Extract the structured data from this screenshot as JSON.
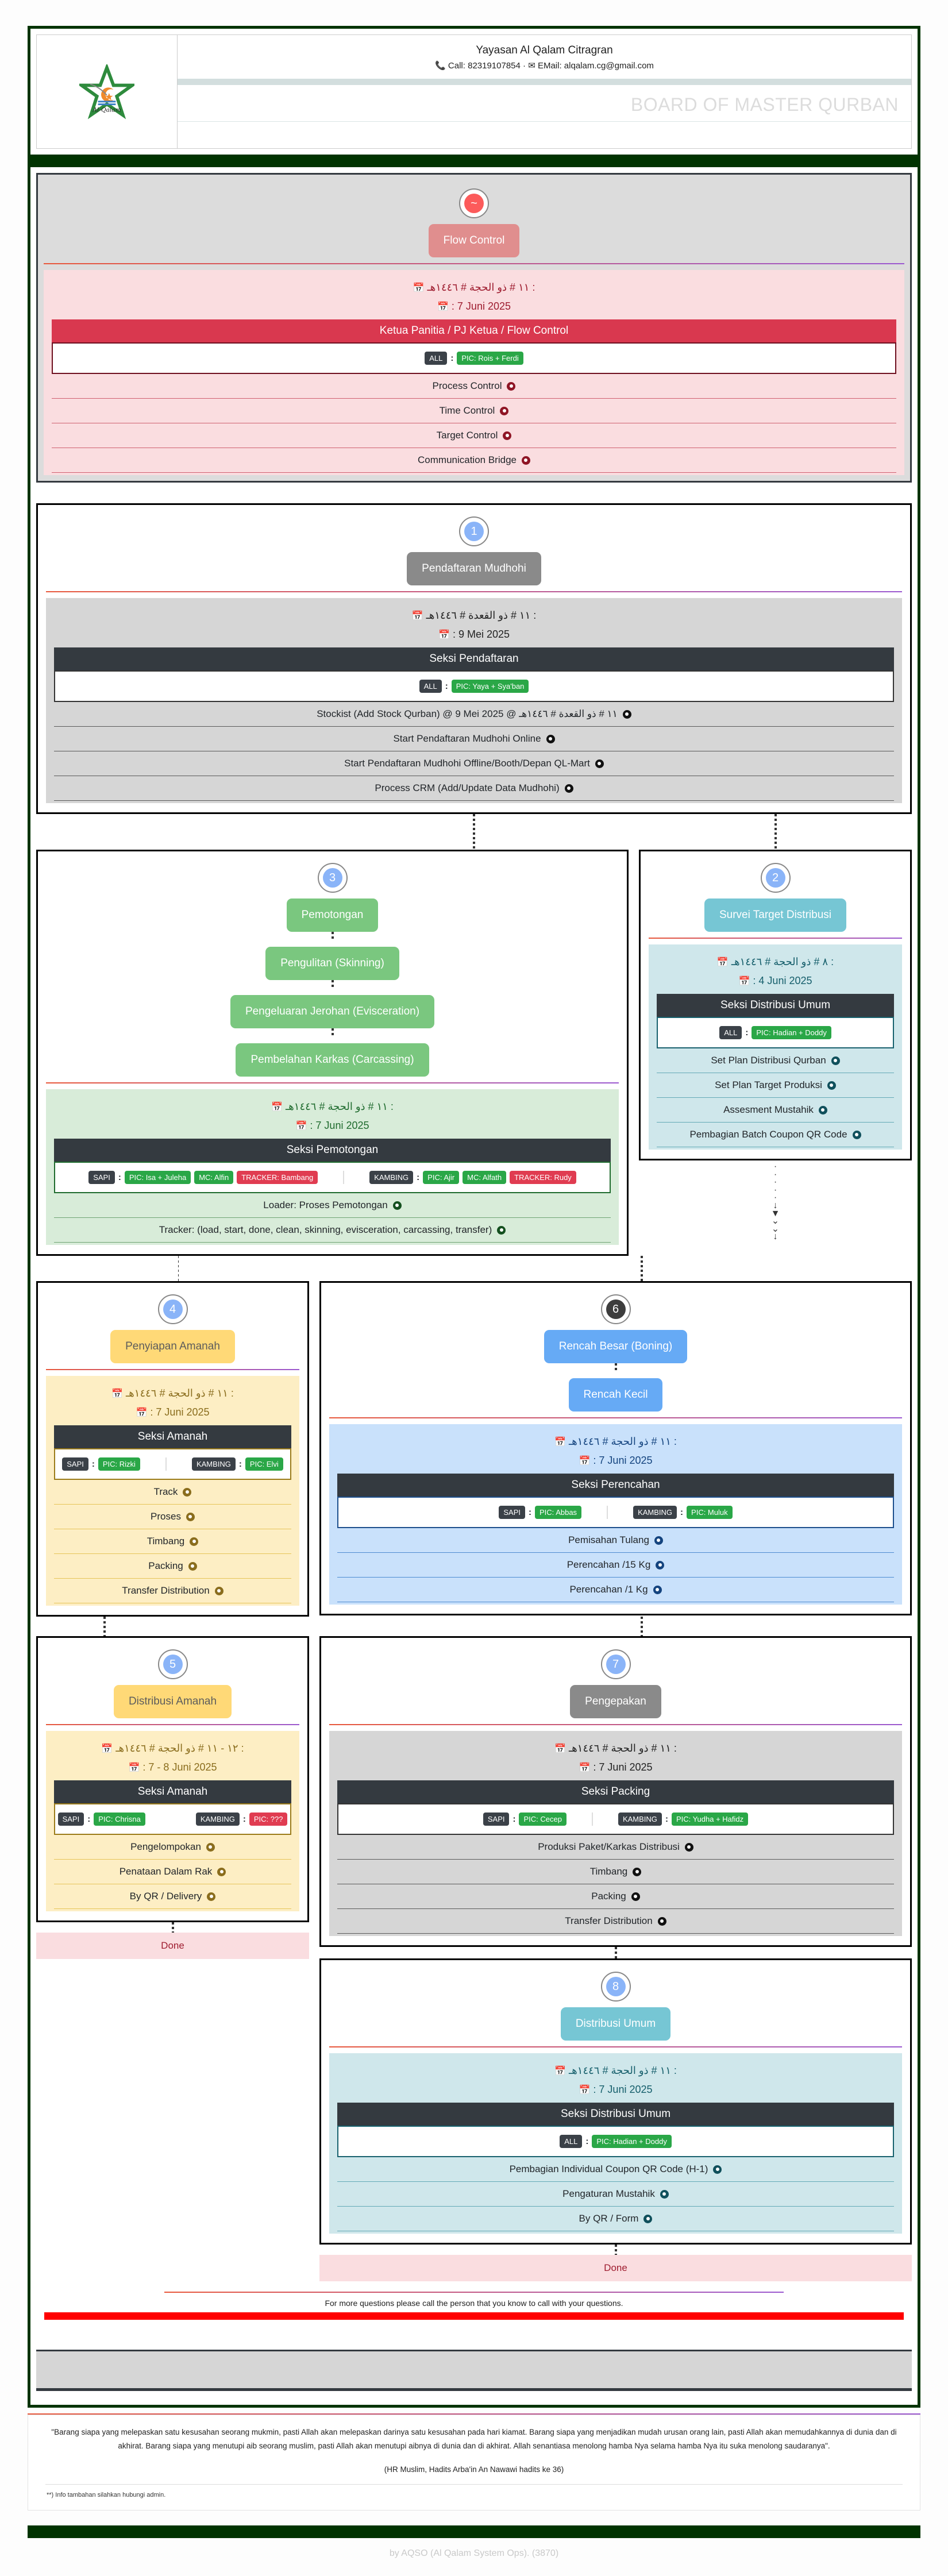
{
  "header": {
    "org_title": "Yayasan Al Qalam Citragran",
    "phone_icon": "phone-icon",
    "call_label": "Call: 82319107854",
    "separator": "·",
    "mail_icon": "envelope-icon",
    "email_label": "EMail: alqalam.cg@gmail.com",
    "board_title": "BOARD OF MASTER QURBAN",
    "logo_alt": "MASJID Al-Qalam"
  },
  "flow_control": {
    "badge": "~",
    "title": "Flow Control",
    "hijri": "١١ # ذو الحجة # ١٤٤٦هـ :",
    "gregorian": ": 7 Juni 2025",
    "section_bar": "Ketua Panitia / PJ Ketua / Flow Control",
    "pics": [
      {
        "scope": "ALL",
        "sep": ":",
        "person": "PIC: Rois + Ferdi",
        "person_color": "green"
      }
    ],
    "tasks": [
      "Process Control",
      "Time Control",
      "Target Control",
      "Communication Bridge"
    ]
  },
  "step1": {
    "badge": "1",
    "title": "Pendaftaran Mudhohi",
    "hijri": "١١ # ذو القعدة # ١٤٤٦هـ :",
    "gregorian": ": 9 Mei 2025",
    "section_bar": "Seksi Pendaftaran",
    "pics": [
      {
        "scope": "ALL",
        "sep": ":",
        "person": "PIC: Yaya + Sya'ban",
        "person_color": "green"
      }
    ],
    "tasks": [
      "Stockist (Add Stock Qurban) @ 9 Mei 2025 @ ١١ # ذو القعدة # ١٤٤٦هـ",
      "Start Pendaftaran Mudhohi Online",
      "Start Pendaftaran Mudhohi Offline/Booth/Depan QL-Mart",
      "Process CRM (Add/Update Data Mudhohi)"
    ]
  },
  "step2": {
    "badge": "2",
    "title": "Survei Target Distribusi",
    "hijri": "٨ # ذو الحجة # ١٤٤٦هـ :",
    "gregorian": ": 4 Juni 2025",
    "section_bar": "Seksi Distribusi Umum",
    "pics": [
      {
        "scope": "ALL",
        "sep": ":",
        "person": "PIC: Hadian + Doddy",
        "person_color": "green"
      }
    ],
    "tasks": [
      "Set Plan Distribusi Qurban",
      "Set Plan Target Produksi",
      "Assesment Mustahik",
      "Pembagian Batch Coupon QR Code"
    ]
  },
  "step3": {
    "badge": "3",
    "titles": [
      "Pemotongan",
      "Pengulitan (Skinning)",
      "Pengeluaran Jerohan (Evisceration)",
      "Pembelahan Karkas (Carcassing)"
    ],
    "hijri": "١١ # ذو الحجة # ١٤٤٦هـ :",
    "gregorian": ": 7 Juni 2025",
    "section_bar": "Seksi Pemotongan",
    "pics_left": {
      "scope": "SAPI",
      "sep": ":",
      "tags": [
        "PIC: Isa + Juleha",
        "MC: Alfin",
        "TRACKER: Bambang"
      ]
    },
    "pics_right": {
      "scope": "KAMBING",
      "sep": ":",
      "tags": [
        "PIC: Ajir",
        "MC: Alfath",
        "TRACKER: Rudy"
      ]
    },
    "tasks": [
      "Loader: Proses Pemotongan",
      "Tracker: (load, start, done, clean, skinning, evisceration, carcassing, transfer)"
    ]
  },
  "step4": {
    "badge": "4",
    "title": "Penyiapan Amanah",
    "hijri": "١١ # ذو الحجة # ١٤٤٦هـ :",
    "gregorian": ": 7 Juni 2025",
    "section_bar": "Seksi Amanah",
    "pics_left": {
      "scope": "SAPI",
      "sep": ":",
      "tags": [
        "PIC: Rizki"
      ]
    },
    "pics_right": {
      "scope": "KAMBING",
      "sep": ":",
      "tags": [
        "PIC: Elvi"
      ]
    },
    "tasks": [
      "Track",
      "Proses",
      "Timbang",
      "Packing",
      "Transfer Distribution"
    ]
  },
  "step5": {
    "badge": "5",
    "title": "Distribusi Amanah",
    "hijri": "١٢ - ١١ # ذو الحجة # ١٤٤٦هـ :",
    "gregorian": ": 7 - 8 Juni 2025",
    "section_bar": "Seksi Amanah",
    "pics_left": {
      "scope": "SAPI",
      "sep": ":",
      "tags": [
        "PIC: Chrisna"
      ]
    },
    "pics_right": {
      "scope": "KAMBING",
      "sep": ":",
      "tags": [
        "PIC: ???"
      ],
      "unknown": true
    },
    "tasks": [
      "Pengelompokan",
      "Penataan Dalam Rak",
      "By QR / Delivery"
    ],
    "done_label": "Done"
  },
  "step6": {
    "badge": "6",
    "titles": [
      "Rencah Besar (Boning)",
      "Rencah Kecil"
    ],
    "hijri": "١١ # ذو الحجة # ١٤٤٦هـ :",
    "gregorian": ": 7 Juni 2025",
    "section_bar": "Seksi Perencahan",
    "pics_left": {
      "scope": "SAPI",
      "sep": ":",
      "tags": [
        "PIC: Abbas"
      ]
    },
    "pics_right": {
      "scope": "KAMBING",
      "sep": ":",
      "tags": [
        "PIC: Muluk"
      ]
    },
    "tasks": [
      "Pemisahan Tulang",
      "Perencahan /15 Kg",
      "Perencahan /1 Kg"
    ]
  },
  "step7": {
    "badge": "7",
    "title": "Pengepakan",
    "hijri": "١١ # ذو الحجة # ١٤٤٦هـ :",
    "gregorian": ": 7 Juni 2025",
    "section_bar": "Seksi Packing",
    "pics_left": {
      "scope": "SAPI",
      "sep": ":",
      "tags": [
        "PIC: Cecep"
      ]
    },
    "pics_right": {
      "scope": "KAMBING",
      "sep": ":",
      "tags": [
        "PIC: Yudha + Hafidz"
      ]
    },
    "tasks": [
      "Produksi Paket/Karkas Distribusi",
      "Timbang",
      "Packing",
      "Transfer Distribution"
    ]
  },
  "step8": {
    "badge": "8",
    "title": "Distribusi Umum",
    "hijri": "١١ # ذو الحجة # ١٤٤٦هـ :",
    "gregorian": ": 7 Juni 2025",
    "section_bar": "Seksi Distribusi Umum",
    "pics": [
      {
        "scope": "ALL",
        "sep": ":",
        "person": "PIC: Hadian + Doddy",
        "person_color": "green"
      }
    ],
    "tasks": [
      "Pembagian Individual Coupon QR Code (H-1)",
      "Pengaturan Mustahik",
      "By QR / Form"
    ],
    "done_label": "Done"
  },
  "footer": {
    "more_questions": "For more questions please call the person that you know to call with your questions.",
    "hadith": "\"Barang siapa yang melepaskan satu kesusahan seorang mukmin, pasti Allah akan melepaskan darinya satu kesusahan pada hari kiamat. Barang siapa yang menjadikan mudah urusan orang lain, pasti Allah akan memudahkannya di dunia dan di akhirat. Barang siapa yang menutupi aib seorang muslim, pasti Allah akan menutupi aibnya di dunia dan di akhirat. Allah senantiasa menolong hamba Nya selama hamba Nya itu suka menolong saudaranya\".",
    "hadith_source": "(HR Muslim, Hadits Arba'in An Nawawi hadits ke 36)",
    "admin_note": "**) Info tambahan silahkan hubungi admin.",
    "credit": "by AQSO (Al Qalam System Ops). (3870)"
  },
  "colors": {
    "brand_green": "#003300",
    "red": "#e03c51",
    "accent_red": "#9e1c2f",
    "green_tag": "#2aa747",
    "dark": "#343a40"
  }
}
